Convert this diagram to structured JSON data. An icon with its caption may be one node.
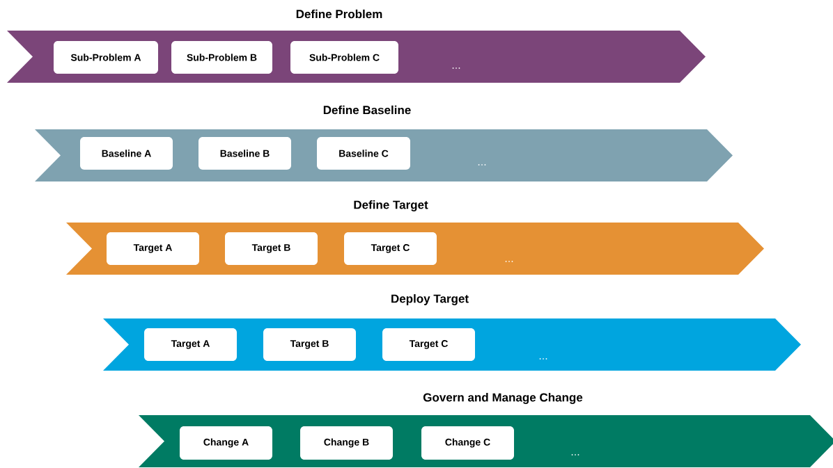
{
  "diagram": {
    "nodes": [
      {
        "text": [
          "Define Problem"
        ]
      },
      {
        "text": [
          "Sub-Problem A"
        ],
        "in": 0
      },
      {
        "text": [
          "Sub-Problem B"
        ],
        "in": 0
      },
      {
        "text": [
          "Sub-Problem C"
        ],
        "in": 0
      },
      {
        "text": [
          "Define Baseline"
        ]
      },
      {
        "text": [
          "Baseline A"
        ],
        "in": 4
      },
      {
        "text": [
          "Baseline B"
        ],
        "in": 4
      },
      {
        "text": [
          "Baseline C"
        ],
        "in": 4
      },
      {
        "text": [
          "Define Target"
        ]
      },
      {
        "text": [
          "Target A"
        ],
        "in": 8
      },
      {
        "text": [
          "Target B"
        ],
        "in": 8
      },
      {
        "text": [
          "Target C"
        ],
        "in": 8
      },
      {
        "text": [
          "Deploy Target"
        ]
      },
      {
        "text": [
          "Target A"
        ],
        "in": 12
      },
      {
        "text": [
          "Target B"
        ],
        "in": 12
      },
      {
        "text": [
          "Target C"
        ],
        "in": 12
      },
      {
        "text": [
          "Govern and Manage Change"
        ]
      },
      {
        "text": [
          "Change A"
        ],
        "in": 16
      },
      {
        "text": [
          "Change B"
        ],
        "in": 16
      },
      {
        "text": [
          "Change C"
        ],
        "in": 16
      }
    ],
    "labels": [
      "...",
      "...",
      "...",
      "...",
      "..."
    ]
  }
}
